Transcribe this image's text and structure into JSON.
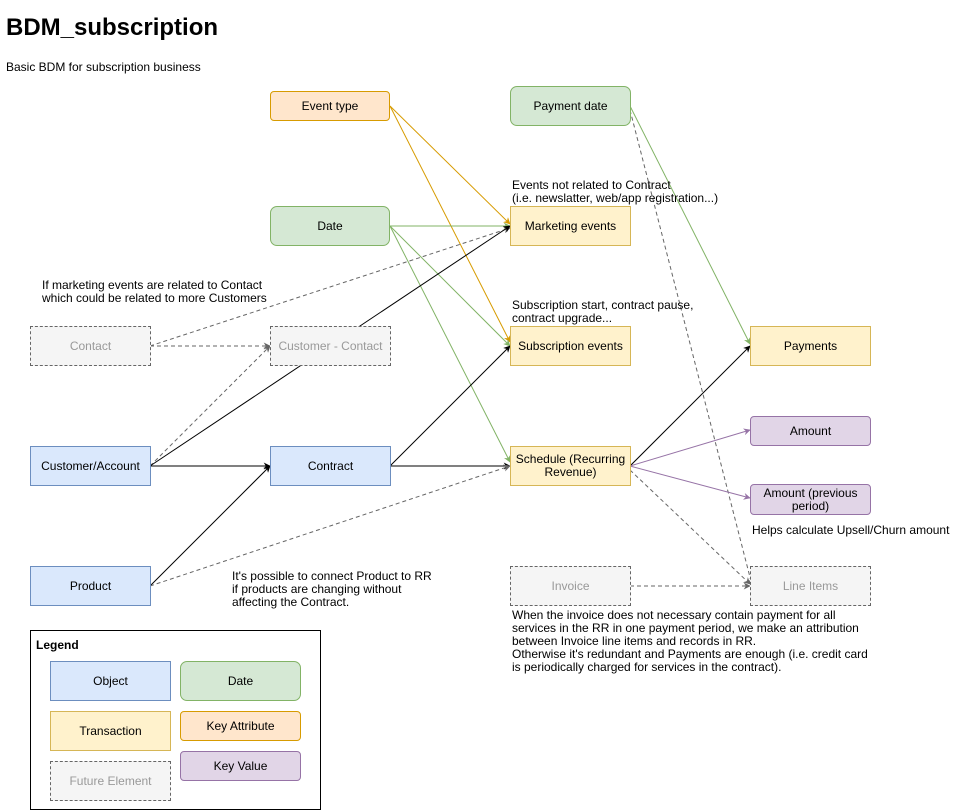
{
  "header": {
    "title": "BDM_subscription",
    "subtitle": "Basic BDM for subscription business"
  },
  "nodes": {
    "event_type": "Event type",
    "payment_date": "Payment date",
    "date": "Date",
    "marketing_events": "Marketing events",
    "contact": "Contact",
    "customer_contact": "Customer - Contact",
    "subscription_events": "Subscription events",
    "payments": "Payments",
    "customer_account": "Customer/Account",
    "contract": "Contract",
    "schedule": "Schedule (Recurring Revenue)",
    "amount": "Amount",
    "amount_previous": "Amount (previous period)",
    "product": "Product",
    "invoice": "Invoice",
    "line_items": "Line Items"
  },
  "notes": {
    "marketing_note": [
      "Events not related to Contract",
      "(i.e. newslatter, web/app registration...)"
    ],
    "contact_note": [
      "If marketing events are related to Contact",
      "which could be related to more Customers"
    ],
    "subscription_note": [
      "Subscription start, contract pause,",
      "contract upgrade..."
    ],
    "upsell_note": [
      "Helps calculate Upsell/Churn amount"
    ],
    "product_note": [
      "It's possible to connect Product to RR",
      "if products are changing without",
      "affecting the Contract."
    ],
    "invoice_note": [
      "When the invoice does not necessary contain payment for all",
      "services in the RR in one payment period, we make an attribution",
      "between Invoice line items and records in RR.",
      "Otherwise it's redundant and Payments are enough (i.e. credit card",
      "is periodically charged for services in the contract)."
    ]
  },
  "legend": {
    "title": "Legend",
    "object": "Object",
    "date": "Date",
    "transaction": "Transaction",
    "key_attribute": "Key Attribute",
    "future_element": "Future Element",
    "key_value": "Key Value"
  },
  "colors": {
    "object_fill": "#dae8fc",
    "object_stroke": "#6c8ebf",
    "date_fill": "#d5e8d4",
    "date_stroke": "#82b366",
    "transaction_fill": "#fff2cc",
    "transaction_stroke": "#d6b656",
    "key_attribute_fill": "#ffe6cc",
    "key_attribute_stroke": "#d79b00",
    "key_value_fill": "#e1d5e7",
    "key_value_stroke": "#9673a6",
    "future_fill": "#f5f5f5",
    "future_stroke": "#666666"
  }
}
